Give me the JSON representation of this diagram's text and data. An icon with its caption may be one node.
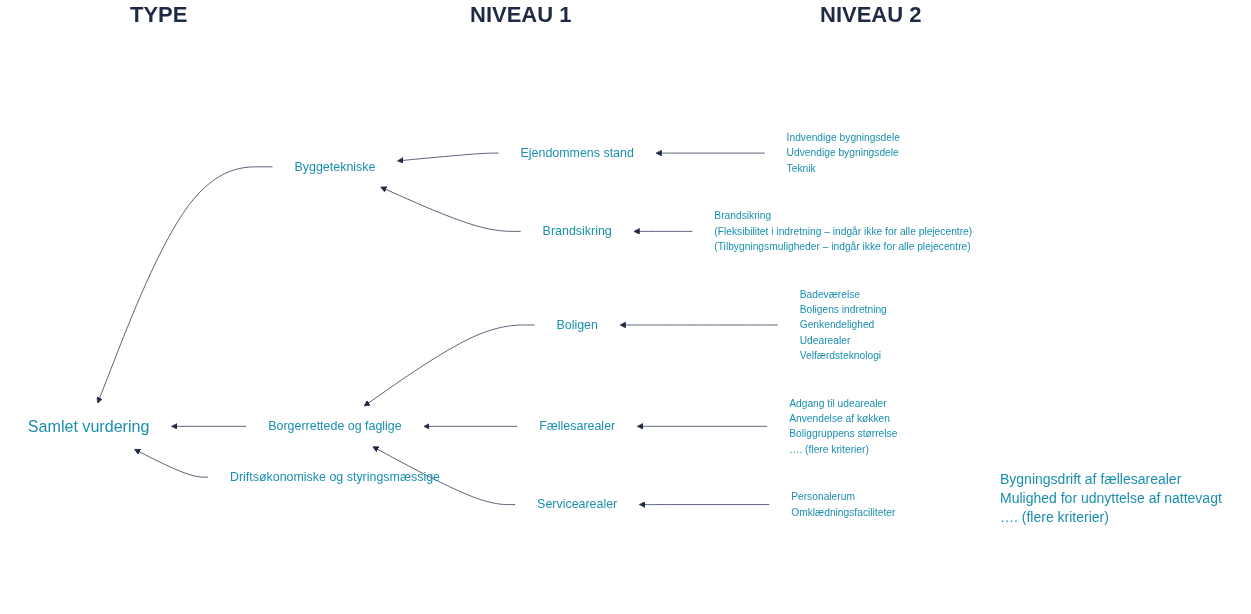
{
  "diagram": {
    "nodes": [
      {
        "text": [
          "Samlet vurdering"
        ]
      },
      {
        "text": [
          "Byggetekniske"
        ]
      },
      {
        "text": [
          "Borgerrettede og faglige"
        ]
      },
      {
        "text": [
          "Driftsøkonomiske og styringsmæssige"
        ]
      },
      {
        "text": [
          "Ejendommens stand"
        ]
      },
      {
        "text": [
          "Brandsikring"
        ]
      },
      {
        "text": [
          "Boligen"
        ]
      },
      {
        "text": [
          "Fællesarealer"
        ]
      },
      {
        "text": [
          "Servicearealer"
        ]
      },
      {
        "text": [
          "Indvendige bygningsdele",
          "Udvendige bygningsdele",
          "Teknik"
        ]
      },
      {
        "text": [
          "Brandsikring",
          "(Fleksibilitet i indretning – indgår ikke for alle plejecentre)",
          "(Tilbygningsmuligheder – indgår ikke for alle plejecentre)"
        ]
      },
      {
        "text": [
          "Badeværelse",
          "Boligens indretning",
          "Genkendelighed",
          "Udearealer",
          "Velfærdsteknologi"
        ]
      },
      {
        "text": [
          "Adgang til udearealer",
          "Anvendelse af køkken",
          "Boliggruppens størrelse",
          "…. (flere kriterier)"
        ]
      },
      {
        "text": [
          "Personalerum",
          "Omklædningsfaciliteter"
        ]
      }
    ],
    "edges": [
      {
        "from": 1,
        "to": 0,
        "arrow": "to"
      },
      {
        "from": 2,
        "to": 0,
        "arrow": "to"
      },
      {
        "from": 3,
        "to": 0,
        "arrow": "to"
      },
      {
        "from": 4,
        "to": 1,
        "arrow": "to"
      },
      {
        "from": 5,
        "to": 1,
        "arrow": "to"
      },
      {
        "from": 6,
        "to": 2,
        "arrow": "to"
      },
      {
        "from": 7,
        "to": 2,
        "arrow": "to"
      },
      {
        "from": 8,
        "to": 2,
        "arrow": "to"
      },
      {
        "from": 9,
        "to": 4,
        "arrow": "to"
      },
      {
        "from": 10,
        "to": 5,
        "arrow": "to"
      },
      {
        "from": 11,
        "to": 6,
        "arrow": "to"
      },
      {
        "from": 12,
        "to": 7,
        "arrow": "to"
      },
      {
        "from": 13,
        "to": 8,
        "arrow": "to"
      }
    ],
    "labels": [
      "TYPE",
      "NIVEAU 1",
      "NIVEAU 2",
      "Bygningsdrift af fællesarealer",
      "Mulighed for udnyttelse af nattevagt",
      "…. (flere kriterier)"
    ]
  }
}
